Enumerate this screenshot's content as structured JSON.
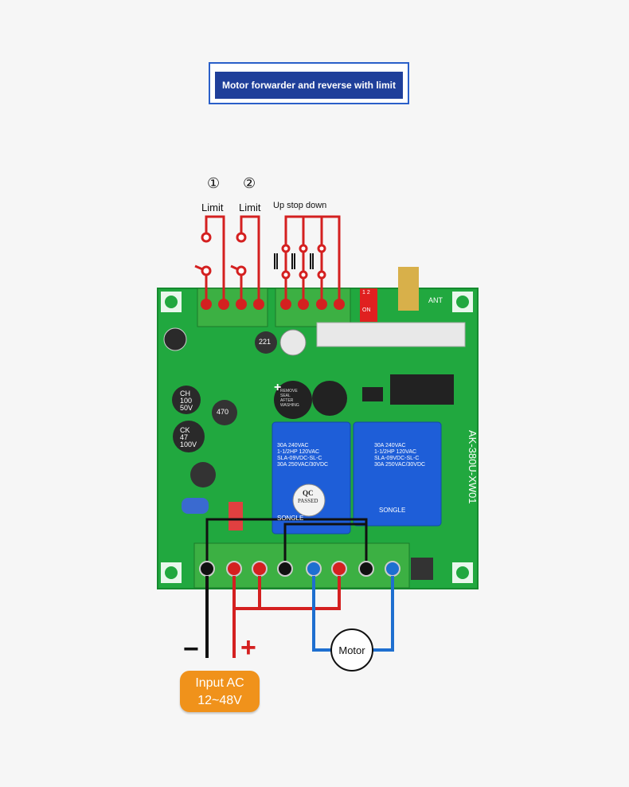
{
  "banner": {
    "title": "Motor forwarder and reverse with limit"
  },
  "limits": [
    {
      "number": "①",
      "label": "Limit"
    },
    {
      "number": "②",
      "label": "Limit"
    }
  ],
  "buttons_label": "Up  stop down",
  "board": {
    "capacitor_ch": [
      "CH",
      "100",
      "50V"
    ],
    "capacitor_ck": [
      "CK",
      "47",
      "100V"
    ],
    "inductor": "221",
    "inductor2": "470",
    "buzzer": [
      "+",
      "REMOVE",
      "SEAL",
      "AFTER",
      "WASHING"
    ],
    "model": "AK-380U-XW01",
    "relay_brand": "SONGLE",
    "relay1": [
      "30A 240VAC",
      "1-1/2HP 120VAC",
      "SLA-09VDC-SL-C",
      "30A 250VAC/30VDC"
    ],
    "relay2": [
      "30A 240VAC",
      "1-1/2HP 120VAC",
      "SLA-09VDC-SL-C",
      "30A 250VAC/30VDC"
    ],
    "qc_stamp": [
      "QC",
      "PASSED"
    ],
    "dip_switch": [
      "1",
      "2",
      "ON"
    ],
    "antenna": "ANT"
  },
  "power": {
    "minus": "−",
    "plus": "+",
    "line1": "Input AC",
    "line2": "12~48V"
  },
  "motor": {
    "label": "Motor"
  },
  "colors": {
    "wire_red": "#d42020",
    "wire_black": "#111111",
    "wire_blue": "#1e6fd0",
    "board_green": "#1fa83c",
    "banner_blue": "#1f3f9a",
    "input_orange": "#f0921b"
  }
}
